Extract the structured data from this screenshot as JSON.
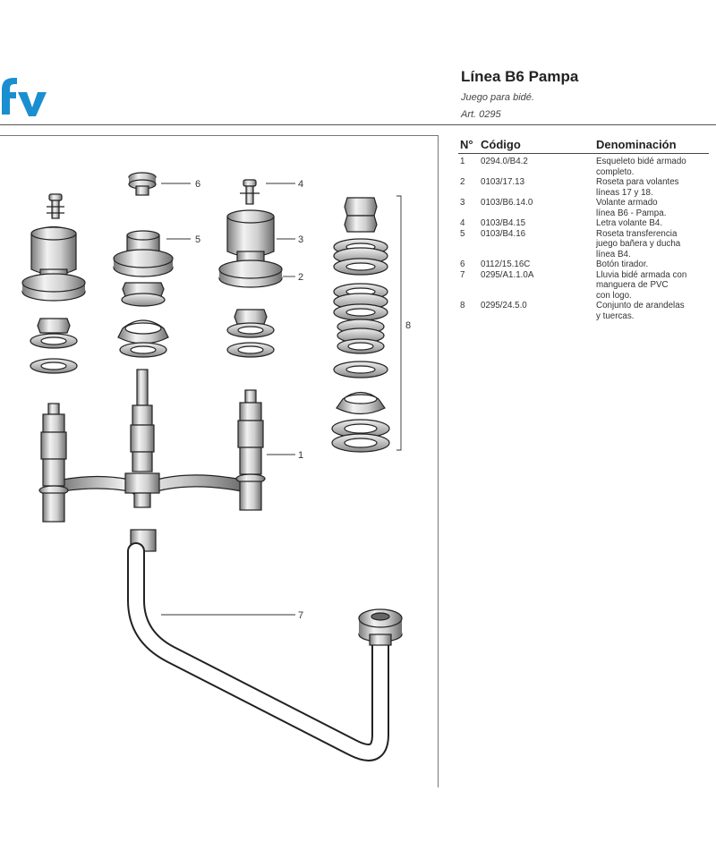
{
  "header": {
    "title": "Línea B6 Pampa",
    "subtitle": "Juego para bidé.",
    "article": "Art. 0295",
    "brand_color": "#1a8fd0"
  },
  "table": {
    "headers": {
      "n": "N°",
      "code": "Código",
      "desc": "Denominación"
    },
    "rows": [
      {
        "n": "1",
        "code": "0294.0/B4.2",
        "desc": "Esqueleto bidé armado\ncompleto."
      },
      {
        "n": "2",
        "code": "0103/17.13",
        "desc": "Roseta para volantes\nlíneas 17 y 18."
      },
      {
        "n": "3",
        "code": "0103/B6.14.0",
        "desc": "Volante armado\nlínea B6 - Pampa."
      },
      {
        "n": "4",
        "code": "0103/B4.15",
        "desc": "Letra volante B4."
      },
      {
        "n": "5",
        "code": "0103/B4.16",
        "desc": "Roseta transferencia\njuego bañera y ducha\nlínea B4."
      },
      {
        "n": "6",
        "code": "0112/15.16C",
        "desc": "Botón tirador."
      },
      {
        "n": "7",
        "code": "0295/A1.1.0A",
        "desc": "Lluvia bidé armada con\nmanguera de PVC\n con logo."
      },
      {
        "n": "8",
        "code": "0295/24.5.0",
        "desc": "Conjunto de arandelas\ny tuercas."
      }
    ]
  },
  "callouts": [
    "1",
    "2",
    "3",
    "4",
    "5",
    "6",
    "7",
    "8"
  ]
}
